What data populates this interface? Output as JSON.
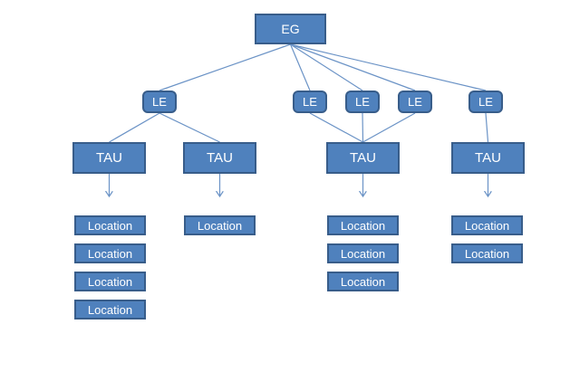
{
  "diagram": {
    "type": "hierarchy-org-chart",
    "colors": {
      "background": "#ffffff",
      "node_fill": "#4f81bd",
      "node_border": "#385d8a",
      "node_text": "#ffffff",
      "connector": "#6b93c6"
    },
    "nodes": {
      "eg": {
        "id": "eg",
        "label": "EG"
      },
      "le": [
        {
          "id": "le1",
          "label": "LE"
        },
        {
          "id": "le2",
          "label": "LE"
        },
        {
          "id": "le3",
          "label": "LE"
        },
        {
          "id": "le4",
          "label": "LE"
        },
        {
          "id": "le5",
          "label": "LE"
        }
      ],
      "tau": [
        {
          "id": "tau1",
          "label": "TAU"
        },
        {
          "id": "tau2",
          "label": "TAU"
        },
        {
          "id": "tau3",
          "label": "TAU"
        },
        {
          "id": "tau4",
          "label": "TAU"
        }
      ],
      "location": [
        {
          "id": "loc11",
          "label": "Location"
        },
        {
          "id": "loc12",
          "label": "Location"
        },
        {
          "id": "loc13",
          "label": "Location"
        },
        {
          "id": "loc14",
          "label": "Location"
        },
        {
          "id": "loc21",
          "label": "Location"
        },
        {
          "id": "loc31",
          "label": "Location"
        },
        {
          "id": "loc32",
          "label": "Location"
        },
        {
          "id": "loc33",
          "label": "Location"
        },
        {
          "id": "loc41",
          "label": "Location"
        },
        {
          "id": "loc42",
          "label": "Location"
        }
      ]
    },
    "edges": [
      {
        "from": "eg",
        "to": "le1"
      },
      {
        "from": "eg",
        "to": "le2"
      },
      {
        "from": "eg",
        "to": "le3"
      },
      {
        "from": "eg",
        "to": "le4"
      },
      {
        "from": "eg",
        "to": "le5"
      },
      {
        "from": "le1",
        "to": "tau1"
      },
      {
        "from": "le1",
        "to": "tau2"
      },
      {
        "from": "le2",
        "to": "tau3"
      },
      {
        "from": "le3",
        "to": "tau3"
      },
      {
        "from": "le4",
        "to": "tau3"
      },
      {
        "from": "le5",
        "to": "tau4"
      },
      {
        "from": "tau1",
        "arrow": true,
        "length": 25
      },
      {
        "from": "tau2",
        "arrow": true,
        "length": 25
      },
      {
        "from": "tau3",
        "arrow": true,
        "length": 25
      },
      {
        "from": "tau4",
        "arrow": true,
        "length": 25
      }
    ]
  }
}
